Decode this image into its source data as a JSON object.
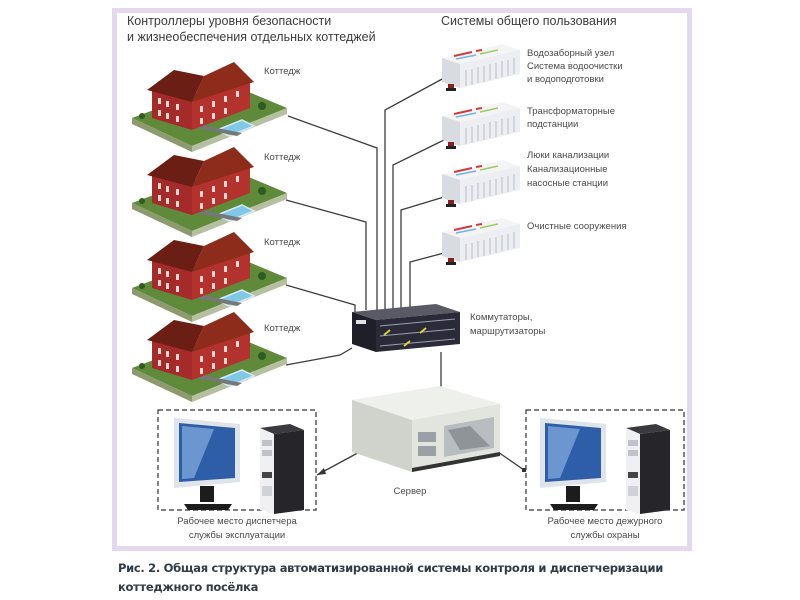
{
  "figure": {
    "caption_line1": "Рис. 2. Общая структура автоматизированной системы контроля и диспетчеризации",
    "caption_line2": "коттеджного посёлка",
    "frame_color": "#e3d8ee"
  },
  "cottages": {
    "header_line1": "Контроллеры уровня безопасности",
    "header_line2": "и жизнеобеспечения отдельных коттеджей",
    "items": [
      {
        "label": "Коттедж"
      },
      {
        "label": "Коттедж"
      },
      {
        "label": "Коттедж"
      },
      {
        "label": "Коттедж"
      }
    ]
  },
  "common_systems": {
    "header": "Системы общего пользования",
    "items": [
      {
        "lines": [
          "Водозаборный узел",
          "Система водоочистки",
          "и водоподготовки"
        ]
      },
      {
        "lines": [
          "Трансформаторные",
          "подстанции"
        ]
      },
      {
        "lines": [
          "Люки канализации",
          "Канализационные",
          "насосные станции"
        ]
      },
      {
        "lines": [
          "Очистные сооружения"
        ]
      }
    ]
  },
  "switch": {
    "lines": [
      "Коммутаторы,",
      "маршрутизаторы"
    ]
  },
  "server": {
    "label": "Сервер"
  },
  "workstations": [
    {
      "lines": [
        "Рабочее место диспетчера",
        "службы эксплуатации"
      ]
    },
    {
      "lines": [
        "Рабочее место дежурного",
        "службы охраны"
      ]
    }
  ]
}
